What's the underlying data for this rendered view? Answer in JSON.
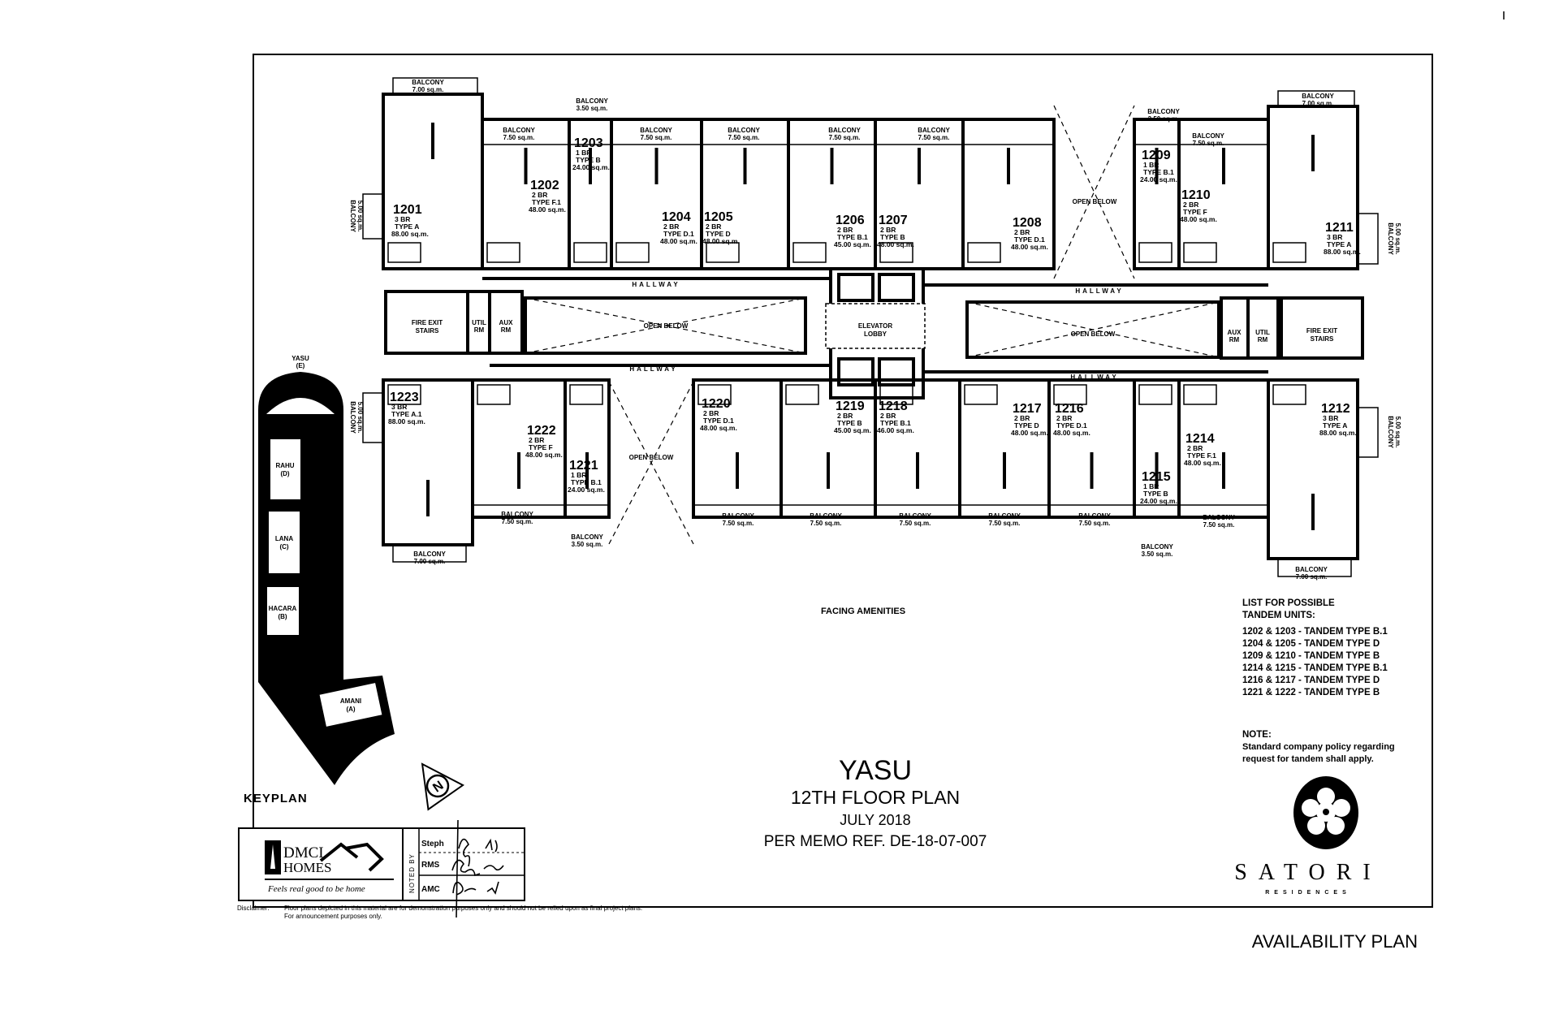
{
  "plan": {
    "units_top": [
      {
        "unit": "1201",
        "br": "3 BR",
        "type": "TYPE A",
        "area": "88.00 sq.m."
      },
      {
        "unit": "1202",
        "br": "2 BR",
        "type": "TYPE F.1",
        "area": "48.00 sq.m."
      },
      {
        "unit": "1203",
        "br": "1 BR",
        "type": "TYPE B",
        "area": "24.00 sq.m."
      },
      {
        "unit": "1204",
        "br": "2 BR",
        "type": "TYPE D.1",
        "area": "48.00 sq.m."
      },
      {
        "unit": "1205",
        "br": "2 BR",
        "type": "TYPE D",
        "area": "48.00 sq.m."
      },
      {
        "unit": "1206",
        "br": "2 BR",
        "type": "TYPE B.1",
        "area": "45.00 sq.m."
      },
      {
        "unit": "1207",
        "br": "2 BR",
        "type": "TYPE B",
        "area": "48.00 sq.m."
      },
      {
        "unit": "1208",
        "br": "2 BR",
        "type": "TYPE D.1",
        "area": "48.00 sq.m."
      },
      {
        "unit": "1209",
        "br": "1 BR",
        "type": "TYPE B.1",
        "area": "24.00 sq.m."
      },
      {
        "unit": "1210",
        "br": "2 BR",
        "type": "TYPE F",
        "area": "48.00 sq.m."
      },
      {
        "unit": "1211",
        "br": "3 BR",
        "type": "TYPE A",
        "area": "88.00 sq.m."
      }
    ],
    "units_bottom": [
      {
        "unit": "1223",
        "br": "3 BR",
        "type": "TYPE A.1",
        "area": "88.00 sq.m."
      },
      {
        "unit": "1222",
        "br": "2 BR",
        "type": "TYPE F",
        "area": "48.00 sq.m."
      },
      {
        "unit": "1221",
        "br": "1 BR",
        "type": "TYPE B.1",
        "area": "24.00 sq.m."
      },
      {
        "unit": "1220",
        "br": "2 BR",
        "type": "TYPE D.1",
        "area": "48.00 sq.m."
      },
      {
        "unit": "1219",
        "br": "2 BR",
        "type": "TYPE B",
        "area": "45.00 sq.m."
      },
      {
        "unit": "1218",
        "br": "2 BR",
        "type": "TYPE B.1",
        "area": "46.00 sq.m."
      },
      {
        "unit": "1217",
        "br": "2 BR",
        "type": "TYPE D",
        "area": "48.00 sq.m."
      },
      {
        "unit": "1216",
        "br": "2 BR",
        "type": "TYPE D.1",
        "area": "48.00 sq.m."
      },
      {
        "unit": "1215",
        "br": "1 BR",
        "type": "TYPE B",
        "area": "24.00 sq.m."
      },
      {
        "unit": "1214",
        "br": "2 BR",
        "type": "TYPE F.1",
        "area": "48.00 sq.m."
      },
      {
        "unit": "1212",
        "br": "3 BR",
        "type": "TYPE A",
        "area": "88.00 sq.m."
      }
    ],
    "balconies": [
      {
        "label": "BALCONY",
        "area": "7.00 sq.m."
      },
      {
        "label": "BALCONY",
        "area": "3.50 sq.m."
      },
      {
        "label": "BALCONY",
        "area": "7.50 sq.m."
      },
      {
        "label": "BALCONY",
        "area": "7.50 sq.m."
      },
      {
        "label": "BALCONY",
        "area": "7.50 sq.m."
      },
      {
        "label": "BALCONY",
        "area": "7.50 sq.m."
      },
      {
        "label": "BALCONY",
        "area": "7.50 sq.m."
      },
      {
        "label": "BALCONY",
        "area": "3.50 sq.m."
      },
      {
        "label": "BALCONY",
        "area": "7.50 sq.m."
      },
      {
        "label": "BALCONY",
        "area": "7.00 sq.m."
      },
      {
        "label": "BALCONY",
        "area": "7.50 sq.m."
      },
      {
        "label": "BALCONY",
        "area": "3.50 sq.m."
      },
      {
        "label": "BALCONY",
        "area": "7.50 sq.m."
      },
      {
        "label": "BALCONY",
        "area": "7.50 sq.m."
      },
      {
        "label": "BALCONY",
        "area": "7.50 sq.m."
      },
      {
        "label": "BALCONY",
        "area": "7.50 sq.m."
      },
      {
        "label": "BALCONY",
        "area": "7.50 sq.m."
      },
      {
        "label": "BALCONY",
        "area": "3.50 sq.m."
      },
      {
        "label": "BALCONY",
        "area": "7.50 sq.m."
      },
      {
        "label": "BALCONY",
        "area": "7.00 sq.m."
      },
      {
        "label": "BALCONY",
        "area": "7.00 sq.m."
      }
    ],
    "side_balconies": [
      {
        "label": "BALCONY",
        "area": "5.00 sq.m."
      },
      {
        "label": "BALCONY",
        "area": "5.00 sq.m."
      },
      {
        "label": "BALCONY",
        "area": "5.00 sq.m."
      },
      {
        "label": "BALCONY",
        "area": "5.00 sq.m."
      }
    ],
    "hallway": "HALLWAY",
    "open_below": "OPEN BELOW",
    "elevator_lobby": [
      "ELEVATOR",
      "LOBBY"
    ],
    "fire_exit": [
      "FIRE EXIT",
      "STAIRS"
    ],
    "util_rm": [
      "UTIL",
      "RM"
    ],
    "aux_rm": [
      "AUX",
      "RM"
    ],
    "facing": "FACING AMENITIES"
  },
  "keyplan": {
    "label": "KEYPLAN",
    "buildings": [
      {
        "name": "YASU",
        "code": "(E)"
      },
      {
        "name": "RAHU",
        "code": "(D)"
      },
      {
        "name": "LANA",
        "code": "(C)"
      },
      {
        "name": "HACARA",
        "code": "(B)"
      },
      {
        "name": "AMANI",
        "code": "(A)"
      }
    ],
    "north": "N"
  },
  "title": {
    "building": "YASU",
    "floor": "12TH FLOOR PLAN",
    "date": "JULY 2018",
    "memo": "PER MEMO REF. DE-18-07-007"
  },
  "tandem": {
    "heading1": "LIST FOR POSSIBLE",
    "heading2": "TANDEM UNITS:",
    "items": [
      "1202 & 1203 - TANDEM TYPE B.1",
      "1204 & 1205 - TANDEM TYPE D",
      "1209 & 1210 - TANDEM TYPE B",
      "1214 & 1215 - TANDEM TYPE B.1",
      "1216 & 1217 - TANDEM TYPE D",
      "1221 & 1222 - TANDEM TYPE B"
    ],
    "note_label": "NOTE:",
    "note_lines": [
      "Standard company policy regarding",
      "request for tandem shall apply."
    ]
  },
  "titleblock": {
    "logo_line1": "DMCI",
    "logo_line2": "HOMES",
    "tagline": "Feels real good to be home",
    "noted_by": "NOTED BY",
    "signers": [
      "Steph",
      "RMS",
      "AMC"
    ]
  },
  "disclaimer": {
    "label": "Disclaimer:",
    "line1": "Floor plans depicted in this material are for demonstration purposes only and should not be relied upon as final project plans.",
    "line2": "For announcement purposes only."
  },
  "brand": {
    "name": "SATORI",
    "sub": "RESIDENCES"
  },
  "footer": "AVAILABILITY PLAN"
}
